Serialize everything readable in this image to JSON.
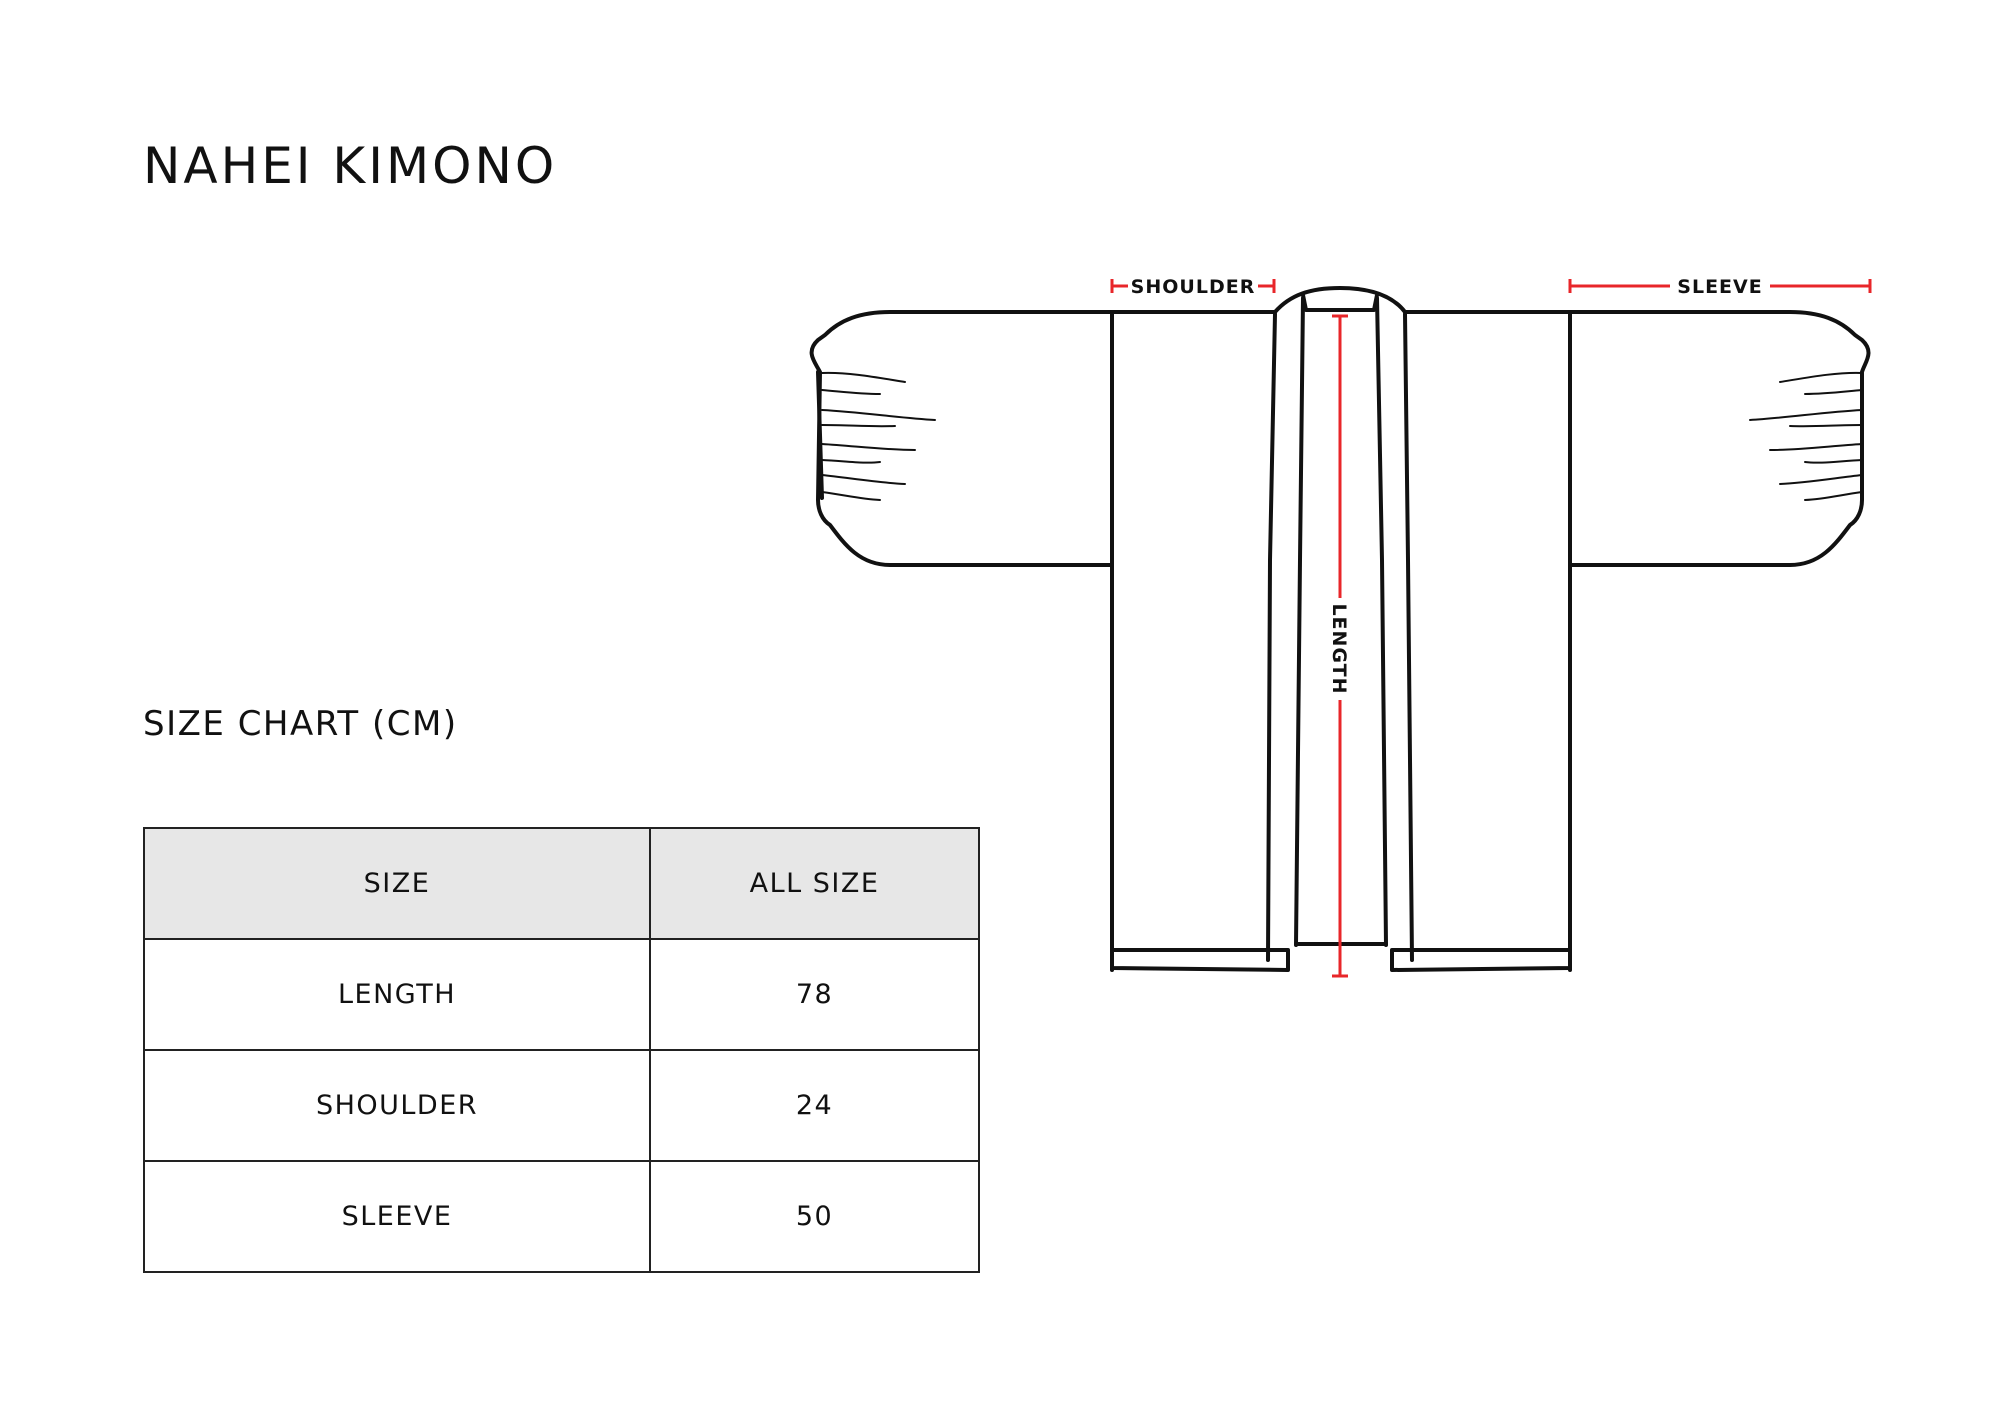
{
  "title": "NAHEI KIMONO",
  "size_chart_title": "SIZE CHART (CM)",
  "table": {
    "headers": [
      "SIZE",
      "ALL SIZE"
    ],
    "rows": [
      {
        "label": "LENGTH",
        "value": "78"
      },
      {
        "label": "SHOULDER",
        "value": "24"
      },
      {
        "label": "SLEEVE",
        "value": "50"
      }
    ]
  },
  "diagram": {
    "labels": {
      "shoulder": "SHOULDER",
      "sleeve": "SLEEVE",
      "length": "LENGTH"
    },
    "colors": {
      "measure_line": "#e8262a",
      "outline": "#111111"
    }
  }
}
